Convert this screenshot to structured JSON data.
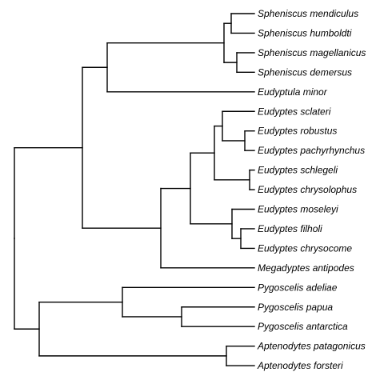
{
  "colors": {
    "branch": "#000000",
    "label": "#000000",
    "background": "#ffffff"
  },
  "tree": {
    "children": [
      {
        "children": [
          {
            "children": [
              {
                "children": [
                  {
                    "children": [
                      {
                        "name": "Spheniscus mendiculus"
                      },
                      {
                        "name": "Spheniscus humboldti"
                      }
                    ]
                  },
                  {
                    "children": [
                      {
                        "name": "Spheniscus magellanicus"
                      },
                      {
                        "name": "Spheniscus demersus"
                      }
                    ]
                  }
                ]
              },
              {
                "name": "Eudyptula minor"
              }
            ]
          },
          {
            "children": [
              {
                "children": [
                  {
                    "children": [
                      {
                        "children": [
                          {
                            "name": "Eudyptes sclateri"
                          },
                          {
                            "children": [
                              {
                                "name": "Eudyptes robustus"
                              },
                              {
                                "name": "Eudyptes pachyrhynchus"
                              }
                            ]
                          }
                        ]
                      },
                      {
                        "children": [
                          {
                            "name": "Eudyptes schlegeli"
                          },
                          {
                            "name": "Eudyptes chrysolophus"
                          }
                        ]
                      }
                    ]
                  },
                  {
                    "children": [
                      {
                        "name": "Eudyptes moseleyi"
                      },
                      {
                        "children": [
                          {
                            "name": "Eudyptes filholi"
                          },
                          {
                            "name": "Eudyptes chrysocome"
                          }
                        ]
                      }
                    ]
                  }
                ]
              },
              {
                "name": "Megadyptes antipodes"
              }
            ]
          }
        ]
      },
      {
        "children": [
          {
            "children": [
              {
                "name": "Pygoscelis adeliae"
              },
              {
                "children": [
                  {
                    "name": "Pygoscelis papua"
                  },
                  {
                    "name": "Pygoscelis antarctica"
                  }
                ]
              }
            ]
          },
          {
            "children": [
              {
                "name": "Aptenodytes patagonicus"
              },
              {
                "name": "Aptenodytes forsteri"
              }
            ]
          }
        ]
      }
    ]
  }
}
